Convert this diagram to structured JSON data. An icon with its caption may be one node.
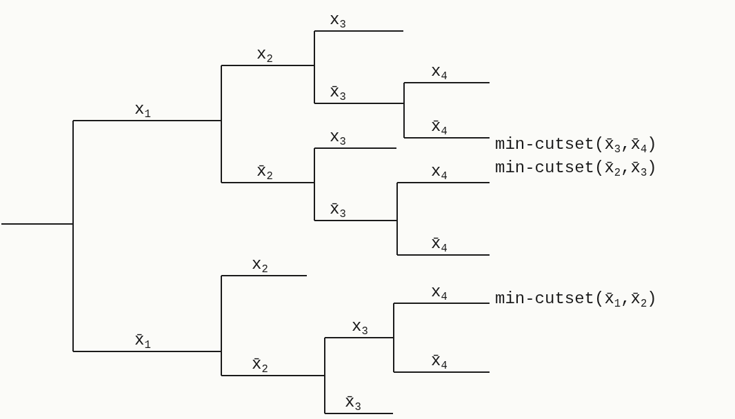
{
  "diagram": {
    "nodes": [
      {
        "text": [],
        "shape": "bar"
      },
      {
        "text": [],
        "shape": "bar"
      },
      {
        "text": [],
        "shape": "bar"
      },
      {
        "text": [],
        "shape": "bar"
      },
      {
        "text": [],
        "shape": "bar"
      },
      {
        "text": [],
        "shape": "bar"
      },
      {
        "text": [],
        "shape": "bar"
      },
      {
        "text": [],
        "shape": "bar"
      },
      {
        "text": [],
        "shape": "bar"
      }
    ],
    "edges": [
      {
        "from": null,
        "to": 0,
        "arrow": "none"
      },
      {
        "from": 0,
        "to": 1,
        "arrow": "none",
        "label": "x$_{1}$"
      },
      {
        "from": 0,
        "to": 6,
        "arrow": "none",
        "label": "x̄$_{1}$"
      },
      {
        "from": 1,
        "to": 2,
        "arrow": "none",
        "label": "x$_{2}$"
      },
      {
        "from": 1,
        "to": 4,
        "arrow": "none",
        "label": "x̄$_{2}$"
      },
      {
        "from": 2,
        "to": null,
        "arrow": "none",
        "label": "x$_{3}$"
      },
      {
        "from": 2,
        "to": 3,
        "arrow": "none",
        "label": "x̄$_{3}$"
      },
      {
        "from": 3,
        "to": null,
        "arrow": "none",
        "label": "x$_{4}$"
      },
      {
        "from": 3,
        "to": null,
        "arrow": "none",
        "label": "x̄$_{4}$"
      },
      {
        "from": 4,
        "to": null,
        "arrow": "none",
        "label": "x$_{3}$"
      },
      {
        "from": 4,
        "to": 5,
        "arrow": "none",
        "label": "x̄$_{3}$"
      },
      {
        "from": 5,
        "to": null,
        "arrow": "none",
        "label": "x$_{4}$"
      },
      {
        "from": 5,
        "to": null,
        "arrow": "none",
        "label": "x̄$_{4}$"
      },
      {
        "from": 6,
        "to": null,
        "arrow": "none",
        "label": "x$_{2}$"
      },
      {
        "from": 6,
        "to": 7,
        "arrow": "none",
        "label": "x̄$_{2}$"
      },
      {
        "from": 7,
        "to": 8,
        "arrow": "none",
        "label": "x$_{3}$"
      },
      {
        "from": 7,
        "to": null,
        "arrow": "none",
        "label": "x̄$_{3}$"
      },
      {
        "from": 8,
        "to": null,
        "arrow": "none",
        "label": "x$_{4}$"
      },
      {
        "from": 8,
        "to": null,
        "arrow": "none",
        "label": "x̄$_{4}$"
      }
    ],
    "labels": [
      "min-cutset(x̄$_{3}$,x̄$_{4}$)",
      "min-cutset(x̄$_{2}$,x̄$_{3}$)",
      "min-cutset(x̄$_{1}$,x̄$_{2}$)"
    ]
  }
}
